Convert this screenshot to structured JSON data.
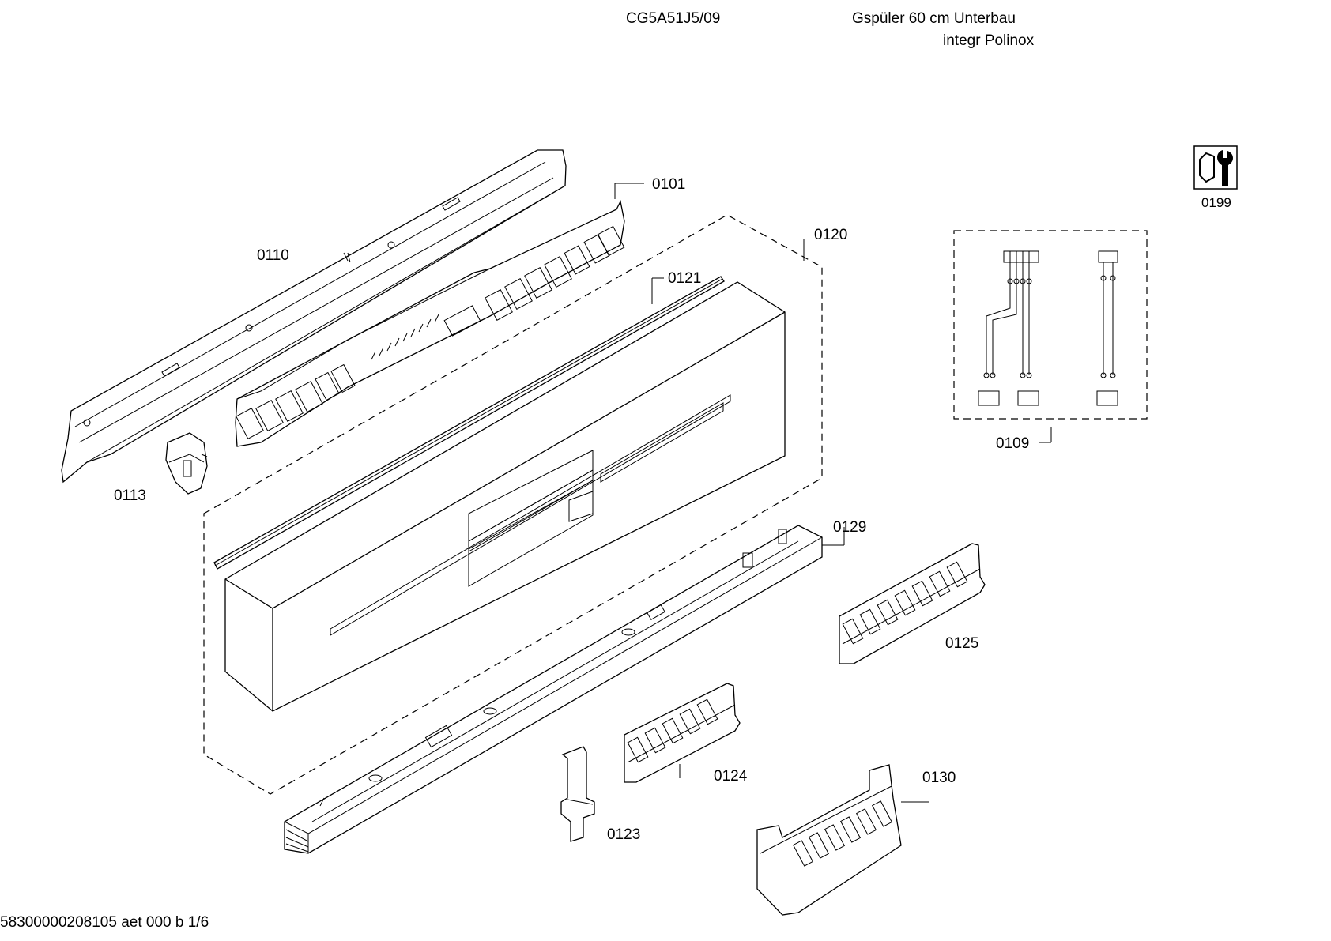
{
  "header": {
    "model": "CG5A51J5/09",
    "description_line1": "Gspüler 60 cm Unterbau",
    "description_line2": "integr Polinox"
  },
  "footer": {
    "document_id": "58300000208105 aet 000 b 1/6"
  },
  "parts": {
    "p0101": "0101",
    "p0109": "0109",
    "p0110": "0110",
    "p0113": "0113",
    "p0120": "0120",
    "p0121": "0121",
    "p0123": "0123",
    "p0124": "0124",
    "p0125": "0125",
    "p0129": "0129",
    "p0130": "0130",
    "p0199": "0199"
  },
  "icons": {
    "service": "wrench-nut-icon"
  }
}
